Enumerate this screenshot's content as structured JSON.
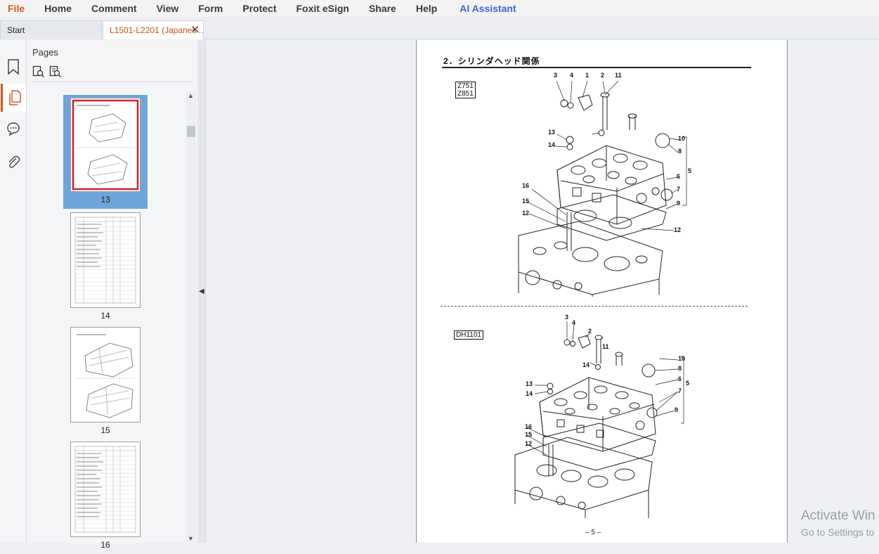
{
  "menu": {
    "items": [
      "File",
      "Home",
      "Comment",
      "View",
      "Form",
      "Protect",
      "Foxit eSign",
      "Share",
      "Help",
      "AI Assistant"
    ]
  },
  "tabs": {
    "start_label": "Start",
    "doc_label": "L1501-L2201 (Japanes...",
    "close_glyph": "✕"
  },
  "rail": {
    "icons": [
      "bookmark-icon",
      "pages-icon",
      "comments-icon",
      "attachment-icon"
    ]
  },
  "pages_panel": {
    "title": "Pages",
    "tools": [
      "insert-page-icon",
      "page-options-icon"
    ],
    "thumbnails": [
      {
        "label": "13",
        "selected": true
      },
      {
        "label": "14",
        "selected": false
      },
      {
        "label": "15",
        "selected": false
      },
      {
        "label": "16",
        "selected": false
      }
    ]
  },
  "document": {
    "heading": "2．シリンダヘッド関係",
    "model_top_line1": "Z751",
    "model_top_line2": "Z851",
    "model_bottom": "DH1101",
    "page_number": "– 5 –",
    "callouts_top": [
      "3",
      "4",
      "1",
      "2",
      "11",
      "13",
      "14",
      "10",
      "8",
      "5",
      "6",
      "7",
      "9",
      "16",
      "15",
      "12",
      "12"
    ],
    "callouts_bottom": [
      "3",
      "4",
      "2",
      "11",
      "14",
      "10",
      "8",
      "6",
      "5",
      "7",
      "13",
      "14",
      "9",
      "16",
      "15",
      "12"
    ]
  },
  "watermark": {
    "line1": "Activate Win",
    "line2": "Go to Settings to"
  },
  "colors": {
    "accent": "#d4581e",
    "ai_blue": "#3f62d9",
    "selection": "#6ea6dc",
    "thumb_highlight": "#d0202a"
  }
}
